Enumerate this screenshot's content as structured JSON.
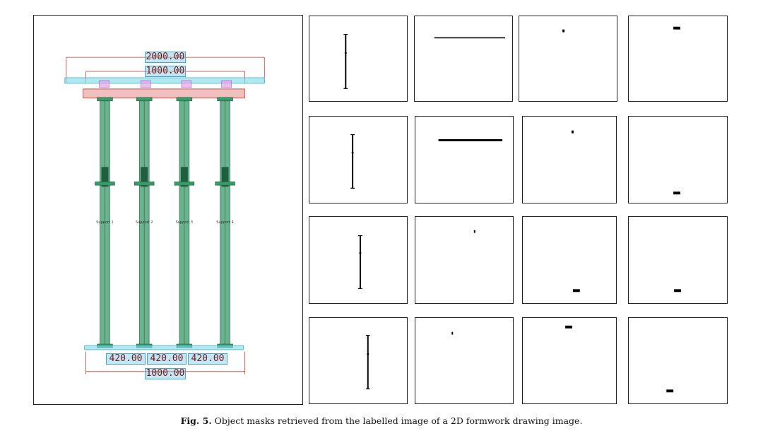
{
  "caption": {
    "figure": "Fig. 5.",
    "text": "Object masks retrieved from the labelled image of a 2D formwork drawing image."
  },
  "drawing": {
    "dimensions": {
      "top": "2000.00",
      "second": "1000.00",
      "bottom_left": "420.00",
      "bottom_mid": "420.00",
      "bottom_right": "420.00",
      "bottom_total": "1000.00"
    },
    "support_labels": [
      "Support 1",
      "Support 2",
      "Support 3",
      "Support 4"
    ]
  },
  "colors": {
    "support_fill": "#3a9a6a",
    "support_edge": "#1f5e3e",
    "cyan_box": "#7fd9e6",
    "red_box": "#e88a8a",
    "pink_box": "#e3a2e8",
    "dim_line": "#c0392b",
    "mask_ink": "#000000"
  }
}
